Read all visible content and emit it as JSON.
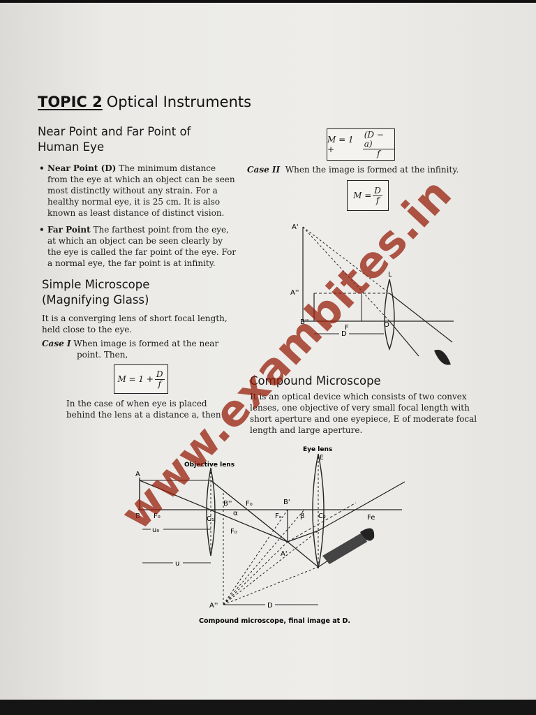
{
  "topic": {
    "number": "TOPIC 2",
    "name": "Optical Instruments"
  },
  "near_far": {
    "heading": "Near Point and Far Point of Human Eye",
    "heading_line1": "Near Point and Far Point of",
    "heading_line2": "Human Eye",
    "bullets": [
      {
        "term": "Near Point (D)",
        "lines": [
          "The minimum distance",
          "from the eye at which an object can be seen",
          "most distinctly without any strain. For a",
          "healthy normal eye, it is 25 cm. It is also",
          "known as least distance of distinct vision."
        ]
      },
      {
        "term": "Far Point",
        "lines": [
          "The farthest point from the eye,",
          "at which an object can be seen clearly by",
          "the eye is called the far point of the eye. For",
          "a normal eye, the far point is at infinity."
        ]
      }
    ]
  },
  "simple_microscope": {
    "heading_line1": "Simple Microscope",
    "heading_line2": "(Magnifying Glass)",
    "intro_line1": "It is a converging lens of short focal length,",
    "intro_line2": "held close to the eye.",
    "case1_label": "Case I",
    "case1_line1": "When image is formed at the near",
    "case1_line2": "point. Then,",
    "formula1": {
      "lhs": "M = 1 +",
      "num": "D",
      "den": "f"
    },
    "eye_line1": "In the case of when eye is placed",
    "eye_line2": "behind the lens at a distance a, then"
  },
  "right_column": {
    "formula2": {
      "lhs": "M = 1 +",
      "num": "(D − a)",
      "den": "f"
    },
    "case2_label": "Case II",
    "case2_text": "When the image is formed at the infinity.",
    "formula3": {
      "lhs": "M =",
      "num": "D",
      "den": "f"
    }
  },
  "simple_diagram": {
    "labels": {
      "a_prime": "A'",
      "a_dprime": "A''",
      "b_dprime": "B''",
      "f": "F",
      "o": "O",
      "l": "L",
      "d": "D"
    }
  },
  "compound": {
    "heading": "Compound Microscope",
    "lines": [
      "It is an optical device which consists of two convex",
      "lenses, one objective of very small focal length with",
      "short aperture and one eyepiece, E of moderate focal",
      "length and large aperture."
    ]
  },
  "compound_diagram": {
    "labels": {
      "eye_lens": "Eye lens",
      "e": "E",
      "objective_lens": "Objective lens",
      "a": "A",
      "b": "B",
      "fo": "F₀",
      "c1": "C₁",
      "alpha": "α",
      "b_dprime": "B''",
      "fo2": "F₀",
      "b_prime": "B'",
      "fe": "Fₑ",
      "beta": "β",
      "c2": "C₂",
      "fe_right": "Fe",
      "u0": "u₀",
      "fo3": "F₀",
      "a_prime": "A'",
      "u": "u",
      "a_dprime": "A''",
      "d": "D"
    },
    "caption": "Compound microscope, final image at D."
  },
  "watermark": "www.exambites.in"
}
